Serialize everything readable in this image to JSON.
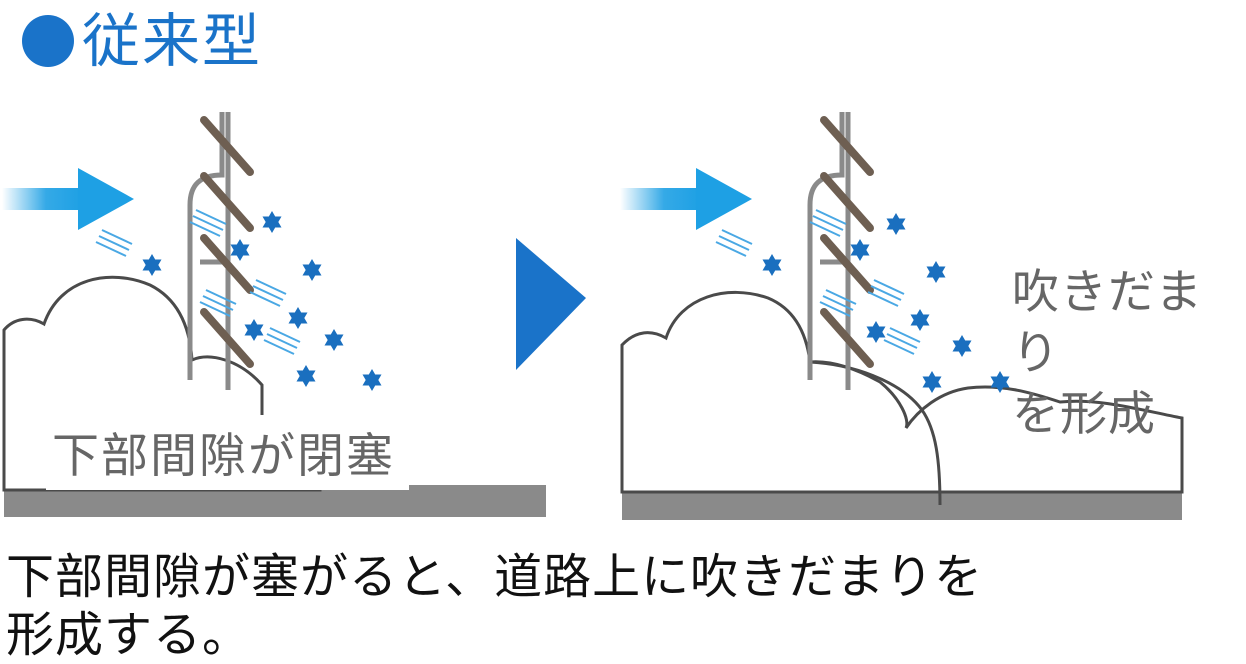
{
  "title": {
    "text": "従来型",
    "color": "#1a73c9"
  },
  "left_panel": {
    "label": "下部間隙が閉塞"
  },
  "right_panel": {
    "label_line1": "吹きだまり",
    "label_line2": "を形成"
  },
  "caption": {
    "line1": "下部間隙が塞がると、道路上に吹きだまりを",
    "line2": "形成する。"
  },
  "colors": {
    "accent": "#1a73c9",
    "wind": "#1ea0e4",
    "snowflake": "#1a6fbf",
    "road": "#8a8a8a",
    "label_text": "#666666"
  },
  "icons": [
    "wind-arrow-icon",
    "snowflake-icon",
    "next-arrow-icon",
    "snow-fence-icon"
  ]
}
